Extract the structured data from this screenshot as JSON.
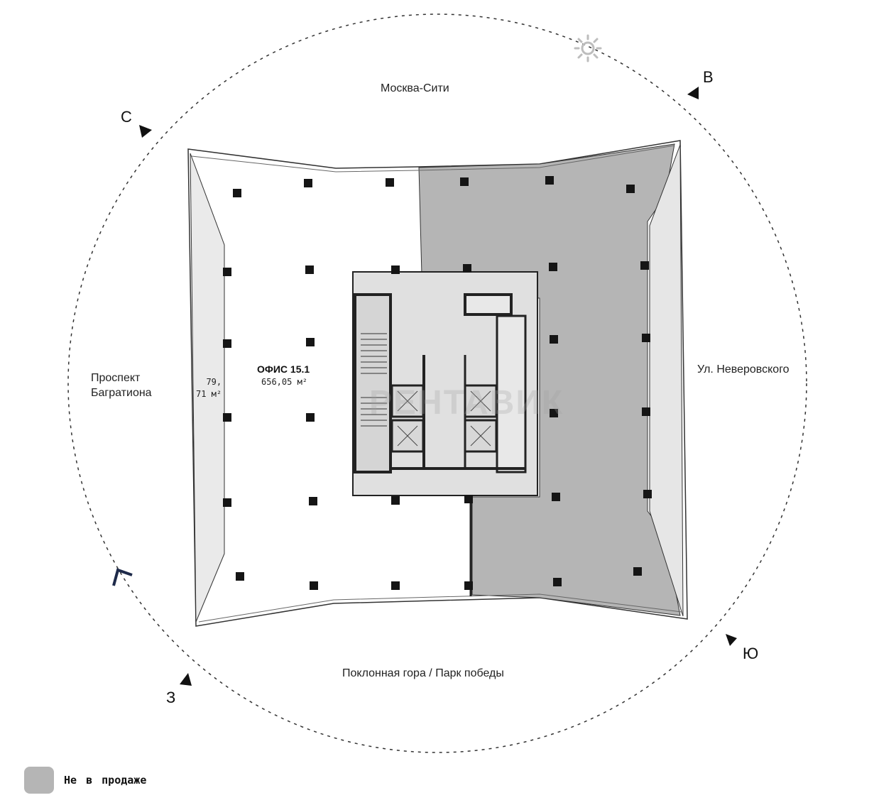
{
  "compass": {
    "north": "С",
    "east": "В",
    "south": "Ю",
    "west": "З"
  },
  "streets": {
    "top": "Москва-Сити",
    "right": "Ул. Неверовского",
    "bottom": "Поклонная гора / Парк победы",
    "left_line1": "Проспект",
    "left_line2": "Багратиона"
  },
  "office": {
    "title": "ОФИС 15.1",
    "area": "656,05 м²"
  },
  "side_room": {
    "area_line1": "79,",
    "area_line2": "71 м²"
  },
  "watermark": "РЕНТАВИК",
  "legend": {
    "label": "Не в продаже",
    "color": "#b5b5b5"
  },
  "colors": {
    "not_for_sale": "#b5b5b5",
    "column": "#151515",
    "wall": "#222222"
  },
  "icons": {
    "sun": "sun-icon"
  }
}
